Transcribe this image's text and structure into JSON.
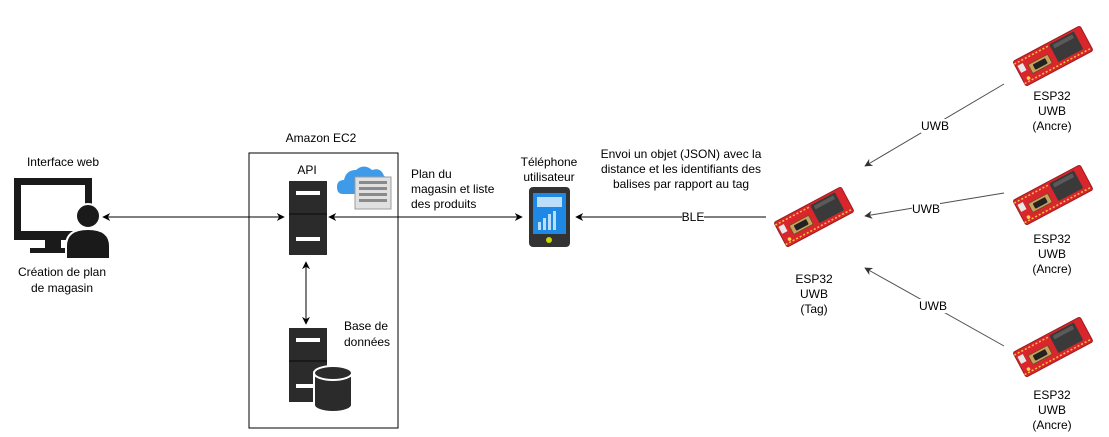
{
  "nodes": {
    "web_interface": {
      "title": "Interface web",
      "caption": [
        "Création de plan",
        "de magasin"
      ]
    },
    "ec2": {
      "title": "Amazon EC2"
    },
    "api": {
      "label": "API"
    },
    "database": {
      "label": [
        "Base de",
        "données"
      ]
    },
    "phone": {
      "label": [
        "Téléphone",
        "utilisateur"
      ]
    },
    "tag": {
      "label": [
        "ESP32",
        "UWB",
        "(Tag)"
      ]
    },
    "anchor_top": {
      "label": [
        "ESP32",
        "UWB",
        "(Ancre)"
      ]
    },
    "anchor_mid": {
      "label": [
        "ESP32",
        "UWB",
        "(Ancre)"
      ]
    },
    "anchor_bot": {
      "label": [
        "ESP32",
        "UWB",
        "(Ancre)"
      ]
    }
  },
  "edges": {
    "api_phone": {
      "label": [
        "Plan du",
        "magasin et liste",
        "des produits"
      ]
    },
    "tag_phone": {
      "label": "BLE",
      "note": [
        "Envoi un objet (JSON) avec la",
        "distance et les identifiants des",
        "balises par rapport au tag"
      ]
    },
    "anchor_top_tag": {
      "label": "UWB"
    },
    "anchor_mid_tag": {
      "label": "UWB"
    },
    "anchor_bot_tag": {
      "label": "UWB"
    }
  },
  "colors": {
    "monitor": "#1a1a1a",
    "server": "#2b2b2b",
    "phone": "#333333",
    "phone_screen": "#1e88e5",
    "cloud": "#3d9be9",
    "board_red": "#d8262c",
    "esp_module": "#3a3a3a"
  }
}
